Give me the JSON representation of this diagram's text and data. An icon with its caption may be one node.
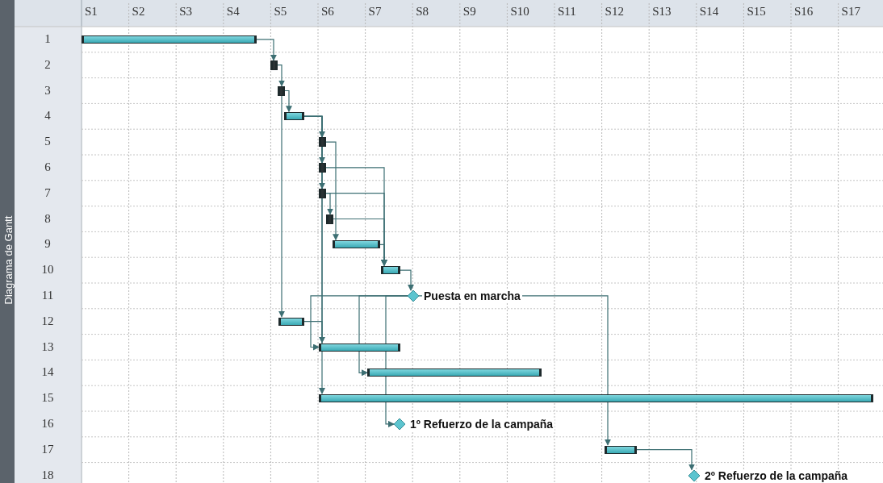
{
  "diagram": {
    "nodes": [
      {
        "text": [],
        "shape": "bar"
      },
      {
        "text": [],
        "shape": "bar"
      },
      {
        "text": [],
        "shape": "bar"
      },
      {
        "text": [],
        "shape": "bar"
      },
      {
        "text": [],
        "shape": "bar"
      },
      {
        "text": [],
        "shape": "bar"
      },
      {
        "text": [],
        "shape": "bar"
      },
      {
        "text": [],
        "shape": "bar"
      },
      {
        "text": [],
        "shape": "bar"
      },
      {
        "text": [],
        "shape": "bar"
      },
      {
        "text": [
          "Puesta en marcha"
        ]
      },
      {
        "text": [],
        "shape": "bar"
      },
      {
        "text": [],
        "shape": "bar"
      },
      {
        "text": [],
        "shape": "bar"
      },
      {
        "text": [],
        "shape": "bar"
      },
      {
        "text": [
          "1º Refuerzo de la campaña"
        ]
      },
      {
        "text": [],
        "shape": "bar"
      },
      {
        "text": [
          "2º Refuerzo de la campaña"
        ]
      }
    ],
    "edges": [
      {
        "from": 0,
        "to": 1,
        "arrow": "to"
      },
      {
        "from": 1,
        "to": 2,
        "arrow": "to"
      },
      {
        "from": 2,
        "to": 3,
        "arrow": "to"
      },
      {
        "from": 2,
        "to": 11,
        "arrow": "to"
      },
      {
        "from": 3,
        "to": 4,
        "arrow": "to"
      },
      {
        "from": 3,
        "to": 5,
        "arrow": "to"
      },
      {
        "from": 3,
        "to": 6,
        "arrow": "to"
      },
      {
        "from": 3,
        "to": 12,
        "arrow": "to"
      },
      {
        "from": 3,
        "to": 14,
        "arrow": "to"
      },
      {
        "from": 4,
        "to": 8,
        "arrow": "to"
      },
      {
        "from": 6,
        "to": 7,
        "arrow": "to"
      },
      {
        "from": 5,
        "to": 9,
        "arrow": "to"
      },
      {
        "from": 6,
        "to": 9,
        "arrow": "to"
      },
      {
        "from": 7,
        "to": 9,
        "arrow": "to"
      },
      {
        "from": 8,
        "to": 9,
        "arrow": "to"
      },
      {
        "from": 9,
        "to": 10,
        "arrow": "to"
      },
      {
        "from": 10,
        "to": 12,
        "arrow": "to"
      },
      {
        "from": 10,
        "to": 13,
        "arrow": "to"
      },
      {
        "from": 10,
        "to": 15,
        "arrow": "to"
      },
      {
        "from": 10,
        "to": 16,
        "arrow": "to"
      },
      {
        "from": 11,
        "to": 12,
        "arrow": "to"
      },
      {
        "from": 16,
        "to": 17,
        "arrow": "to"
      }
    ],
    "labels": [
      "S1",
      "S2",
      "S3",
      "S4",
      "S5",
      "S6",
      "S7",
      "S8",
      "S9",
      "S10",
      "S11",
      "S12",
      "S13",
      "S14",
      "S15",
      "S16",
      "S17",
      "1",
      "2",
      "3",
      "4",
      "5",
      "6",
      "7",
      "8",
      "9",
      "10",
      "11",
      "12",
      "13",
      "14",
      "15",
      "16",
      "17",
      "18",
      "Diagrama de Gantt"
    ]
  }
}
